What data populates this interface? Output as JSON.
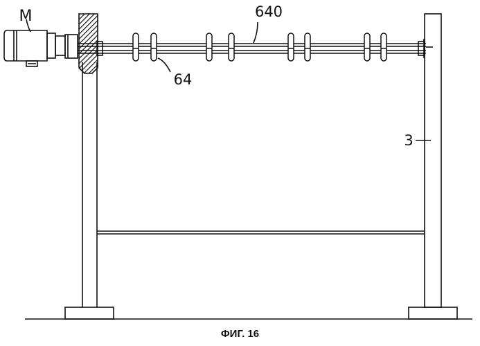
{
  "labels": {
    "motor": "M",
    "shaft": "640",
    "fingers": "64",
    "column": "3"
  },
  "caption": "ФИГ. 16"
}
